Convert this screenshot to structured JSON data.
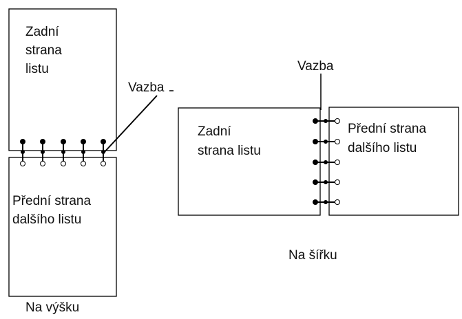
{
  "portrait": {
    "back_page_lines": [
      "Zadní",
      "strana",
      "listu"
    ],
    "front_page_lines": [
      "Přední strana",
      "dalšího listu"
    ],
    "binding_label": "Vazba",
    "caption": "Na výšku"
  },
  "landscape": {
    "back_page_lines": [
      "Zadní",
      "strana listu"
    ],
    "front_page_lines": [
      "Přední strana",
      "dalšího listu"
    ],
    "binding_label": "Vazba",
    "caption": "Na šířku"
  }
}
